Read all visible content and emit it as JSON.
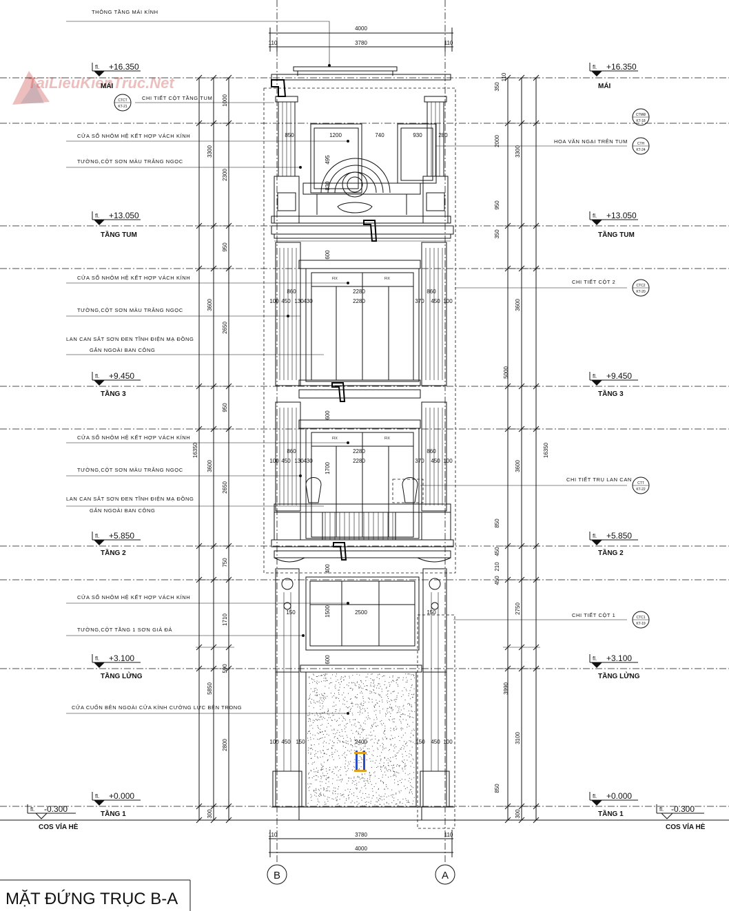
{
  "watermark": "TaiLieuKienTruc.Net",
  "title": "MẶT ĐỨNG TRỤC B-A",
  "axes": {
    "left": "B",
    "right": "A"
  },
  "levels": [
    {
      "value": "+16.350",
      "name": "MÁI"
    },
    {
      "value": "+13.050",
      "name": "TẦNG TUM"
    },
    {
      "value": "+9.450",
      "name": "TẦNG 3"
    },
    {
      "value": "+5.850",
      "name": "TẦNG 2"
    },
    {
      "value": "+3.100",
      "name": "TẦNG LỬNG"
    },
    {
      "value": "+0.000",
      "name": "TẦNG 1"
    }
  ],
  "sidewalk": {
    "value": "-0.300",
    "name": "COS VỈA HÈ"
  },
  "level_prefix": "fl.",
  "top_note": "THÔNG TẦNG MÁI KÍNH",
  "left_notes": [
    "CHI TIẾT CỘT TẦNG TUM",
    "CỬA SỔ NHÔM HỆ KẾT HỢP VÁCH KÍNH",
    "TƯỜNG,CỘT SƠN MÀU TRẮNG NGỌC",
    "CỬA SỔ NHÔM HỆ KẾT HỢP VÁCH KÍNH",
    "TƯỜNG,CỘT SƠN MÀU TRẮNG NGỌC",
    "LAN CAN SẮT SƠN ĐEN TĨNH ĐIỆN MẠ ĐỒNG",
    "GẮN NGOÀI BAN CÔNG",
    "CỬA SỔ NHÔM HỆ KẾT HỢP VÁCH KÍNH",
    "TƯỜNG,CỘT SƠN MÀU TRẮNG NGỌC",
    "LAN CAN SẮT SƠN ĐEN TĨNH ĐIỆN MẠ ĐỒNG",
    "GẮN NGOÀI BAN CÔNG",
    "CỬA SỔ NHÔM HỆ KẾT HỢP VÁCH KÍNH",
    "TƯỜNG,CỘT TẦNG 1 SƠN GIẢ ĐÁ",
    "CỬA CUỐN BÊN NGOÀI CỬA KÍNH CƯỜNG LỰC BÊN TRONG"
  ],
  "right_notes": [
    "HOA VĂN NGẠI TRÊN TUM",
    "CHI TIẾT CỘT 2",
    "CHI TIẾT TRỤ LAN CAN",
    "CHI TIẾT CỘT 1"
  ],
  "tags": [
    {
      "top": "CTCT",
      "bottom": "KT-21"
    },
    {
      "top": "CTMĐ",
      "bottom": "KT-18"
    },
    {
      "top": "CTH",
      "bottom": "KT-24"
    },
    {
      "top": "CTC2",
      "bottom": "KT-20"
    },
    {
      "top": "CTT",
      "bottom": "KT-22"
    },
    {
      "top": "CTC1",
      "bottom": "KT-19"
    }
  ],
  "dims_top": {
    "overall": "4000",
    "inner": "3780",
    "side": "110"
  },
  "dims_bottom": {
    "overall": "4000",
    "inner": "3780",
    "side": "110"
  },
  "dims_left_outer": "16350",
  "dims_left_mid": [
    "3300",
    "3600",
    "3600",
    "5850",
    "300"
  ],
  "dims_left_inner": [
    "1000",
    "2300",
    "950",
    "2650",
    "950",
    "2650",
    "750",
    "1710",
    "590",
    "2800"
  ],
  "dims_right_outer": "16350",
  "dims_right_mid": [
    "3300",
    "3600",
    "5000",
    "3600",
    "2750",
    "3990",
    "3100",
    "300"
  ],
  "dims_right_inner": [
    "350",
    "110",
    "2000",
    "950",
    "350",
    "850",
    "450",
    "210",
    "450",
    "850"
  ],
  "dims_window": {
    "tum_row": [
      "850",
      "1200",
      "740",
      "930",
      "280"
    ],
    "tum_vert": [
      "495",
      "830"
    ],
    "floor3": [
      "860",
      "2280",
      "2280",
      "860",
      "100",
      "450",
      "130",
      "430",
      "370",
      "450",
      "100",
      "600"
    ],
    "floor2": [
      "860",
      "2280",
      "2280",
      "860",
      "100",
      "450",
      "130",
      "430",
      "370",
      "450",
      "100",
      "600",
      "1700"
    ],
    "mezz": [
      "2500",
      "1500",
      "400",
      "600",
      "150",
      "150"
    ],
    "ground": [
      "2400",
      "100",
      "450",
      "150",
      "150",
      "450",
      "100"
    ]
  },
  "pane_label": "FIX"
}
